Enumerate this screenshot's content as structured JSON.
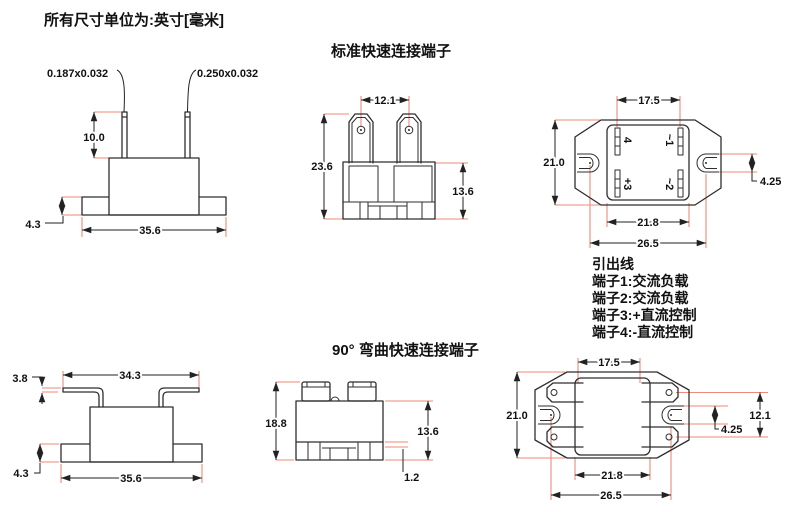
{
  "title": "所有尺寸单位为:英寸[毫米]",
  "sections": {
    "standard_title": "标准快速连接端子",
    "bent_title": "90° 弯曲快速连接端子"
  },
  "legend": {
    "heading": "引出线",
    "lines": [
      "端子1:交流负载",
      "端子2:交流负载",
      "端子3:+直流控制",
      "端子4:-直流控制"
    ]
  },
  "views": {
    "standard_side": {
      "labels": {
        "pin_small": "0.187x0.032",
        "pin_large": "0.250x0.032"
      },
      "dims": {
        "pin_height": "10.0",
        "base_height": "4.3",
        "base_width": "35.6"
      }
    },
    "standard_front": {
      "dims": {
        "pin_spacing": "12.1",
        "overall_height": "23.6",
        "body_height": "13.6"
      }
    },
    "standard_top": {
      "dims": {
        "pin_span": "17.5",
        "body_depth": "21.0",
        "slot_width": "4.25",
        "body_width": "21.8",
        "slot_span": "26.5"
      },
      "terminals": {
        "t4": "4",
        "t1": "~1",
        "t3": "+3",
        "t2": "~2"
      }
    },
    "bent_side": {
      "dims": {
        "lead_height": "3.8",
        "lead_span": "34.3",
        "base_height": "4.3",
        "base_width": "35.6"
      }
    },
    "bent_front": {
      "dims": {
        "overall_height": "18.8",
        "body_height": "13.6",
        "step": "1.2"
      }
    },
    "bent_top": {
      "dims": {
        "pin_span": "17.5",
        "body_depth": "21.0",
        "hole_span": "12.1",
        "slot_width": "4.25",
        "body_width": "21.8",
        "slot_span": "26.5"
      }
    }
  },
  "colors": {
    "extension_line": "#ef8a7a",
    "outline": "#2e2e2e",
    "text": "#111111"
  }
}
